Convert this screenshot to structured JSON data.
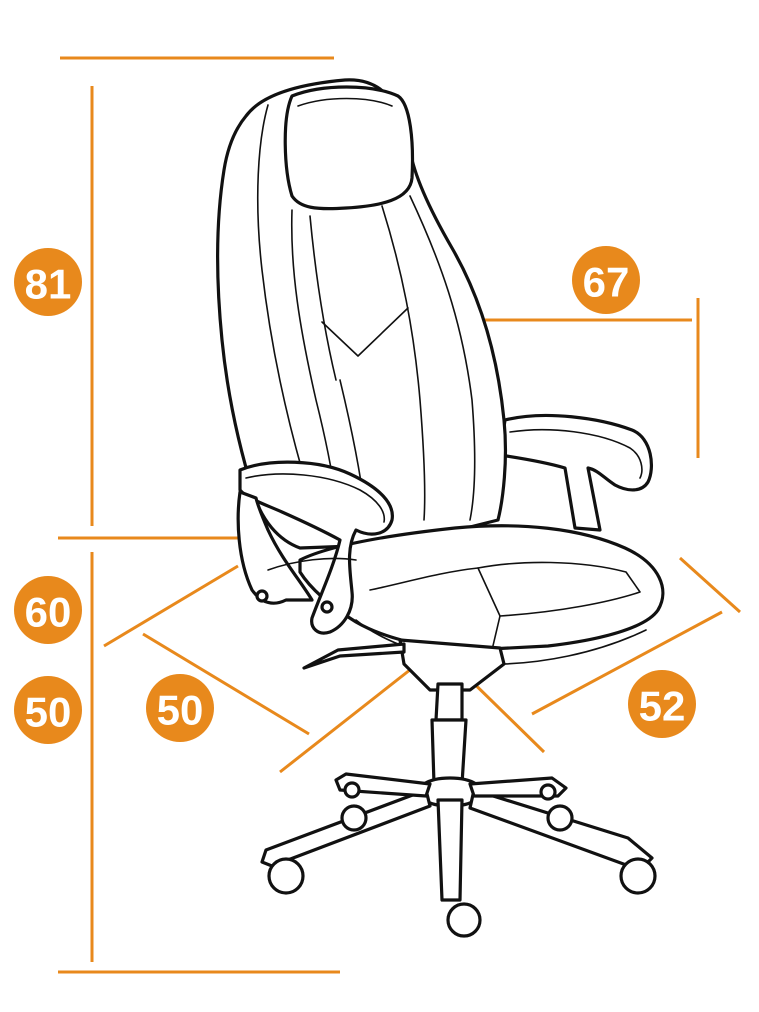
{
  "diagram": {
    "subject_icon": "office-chair-line-drawing",
    "accent_color": "#e8891c",
    "line_color": "#111111",
    "dimensions": {
      "backrest_height": "81",
      "armrest_width": "67",
      "seat_height_max": "60",
      "seat_height_min": "50",
      "seat_width": "50",
      "seat_depth": "52"
    }
  }
}
